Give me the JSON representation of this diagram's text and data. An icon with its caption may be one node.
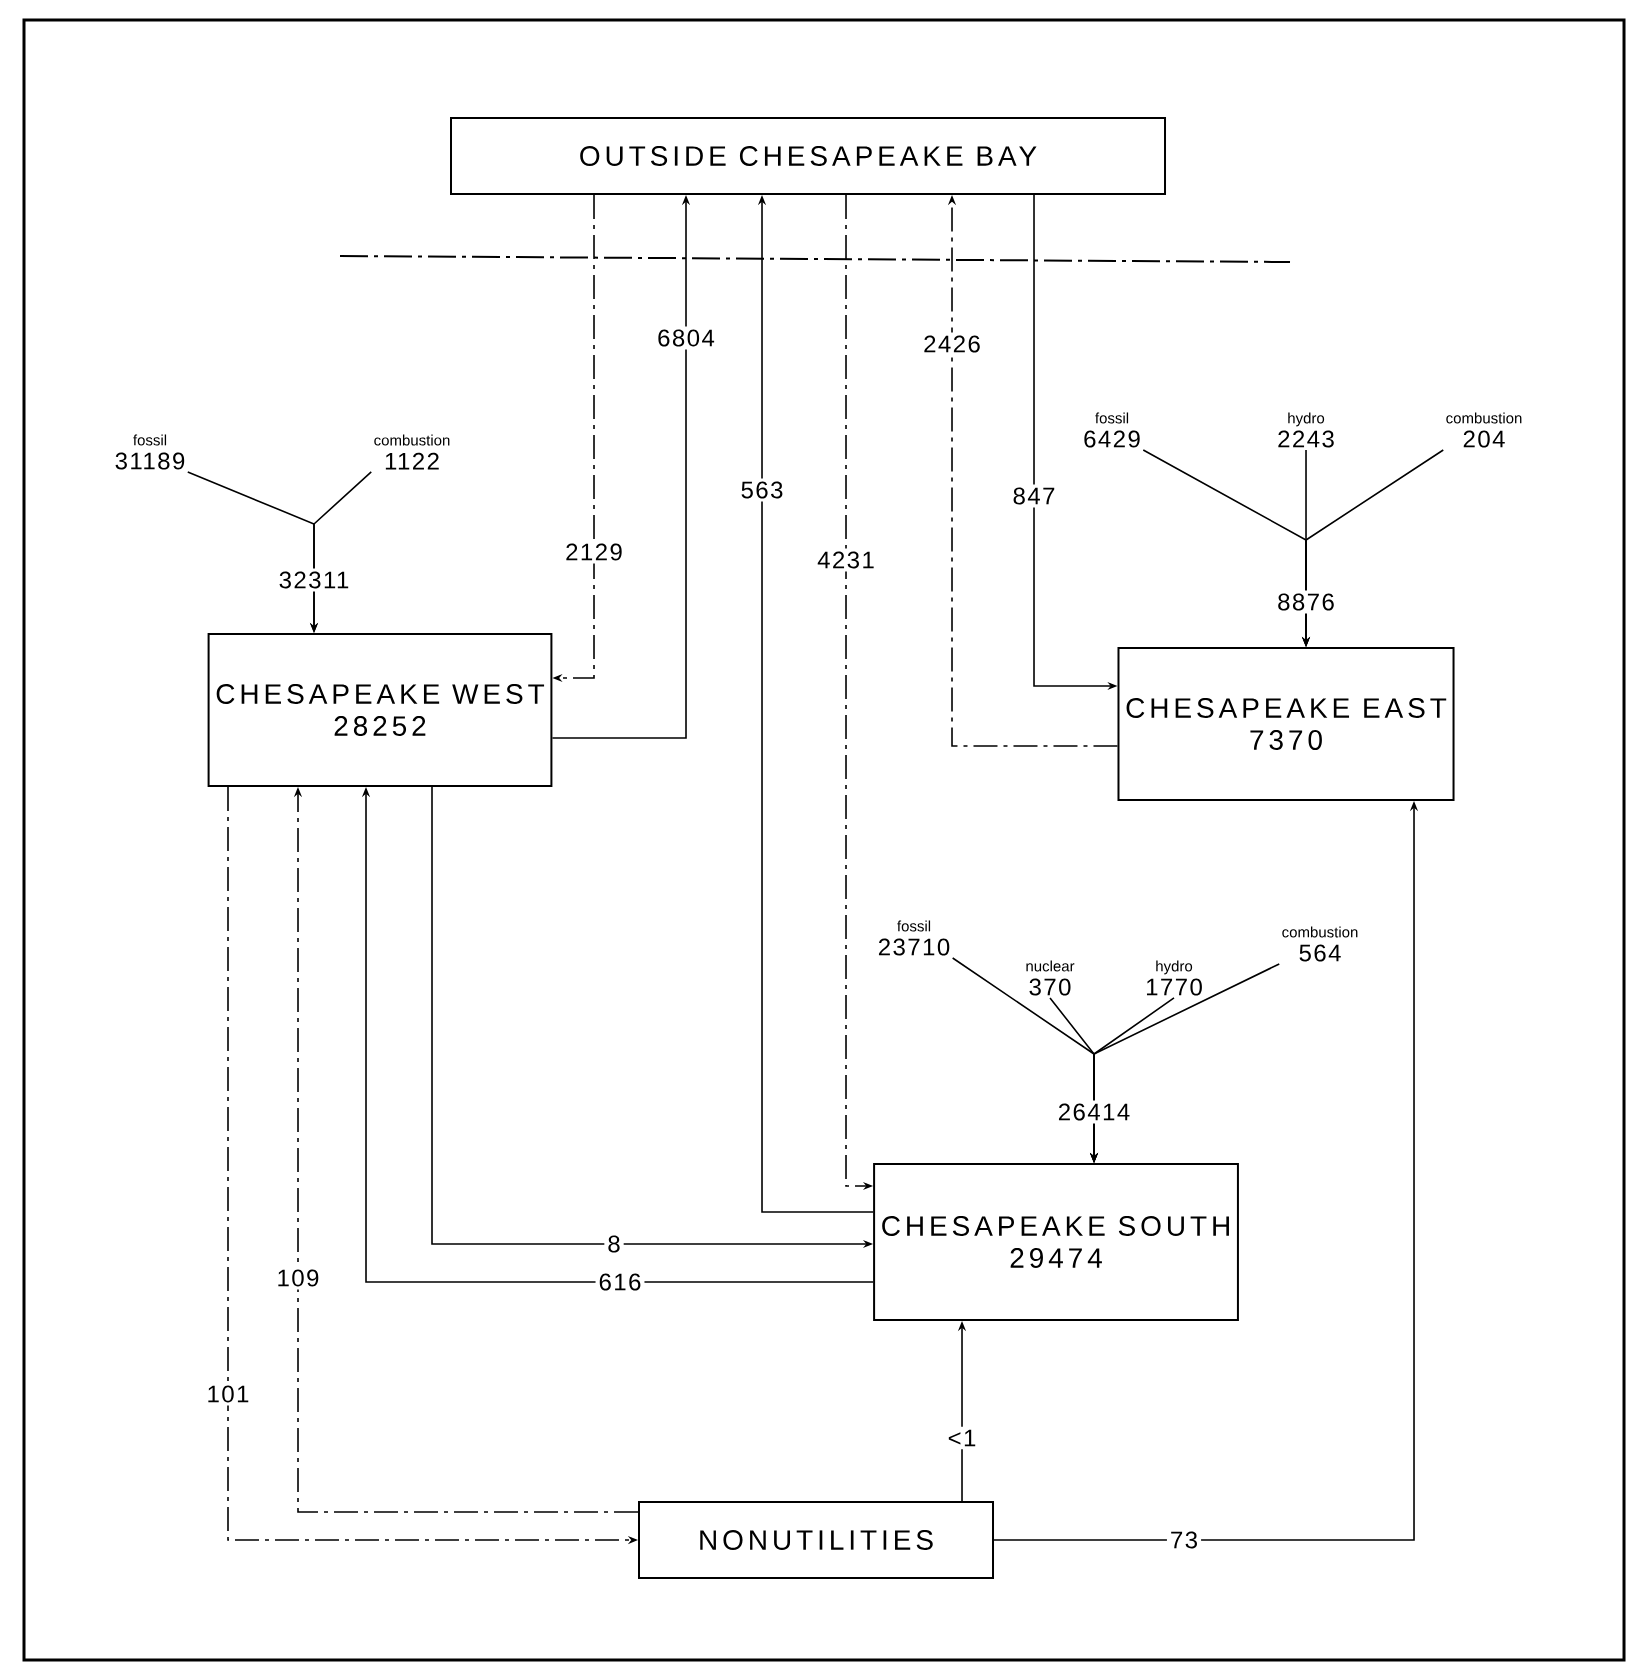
{
  "diagram": {
    "nodes": [
      {
        "text": [
          "OUTSIDE CHESAPEAKE BAY"
        ]
      },
      {
        "text": [
          "CHESAPEAKE WEST",
          "28252"
        ]
      },
      {
        "text": [
          "CHESAPEAKE EAST",
          "7370"
        ]
      },
      {
        "text": [
          "CHESAPEAKE SOUTH",
          "29474"
        ]
      },
      {
        "text": [
          "NONUTILITIES"
        ]
      },
      {
        "text": [
          "fossil",
          "31189"
        ]
      },
      {
        "text": [
          "combustion",
          "1122"
        ]
      },
      {
        "text": [
          "fossil",
          "6429"
        ]
      },
      {
        "text": [
          "hydro",
          "2243"
        ]
      },
      {
        "text": [
          "combustion",
          "204"
        ]
      },
      {
        "text": [
          "fossil",
          "23710"
        ]
      },
      {
        "text": [
          "nuclear",
          "370"
        ]
      },
      {
        "text": [
          "hydro",
          "1770"
        ]
      },
      {
        "text": [
          "combustion",
          "564"
        ]
      }
    ],
    "edges": [
      {
        "from": 0,
        "to": 1,
        "arrow": "to",
        "label": "2129",
        "style": "dashed"
      },
      {
        "from": 1,
        "to": 0,
        "arrow": "to",
        "label": "6804"
      },
      {
        "from": 3,
        "to": 0,
        "arrow": "to",
        "label": "563"
      },
      {
        "from": 0,
        "to": 3,
        "arrow": "to",
        "label": "4231",
        "style": "dashed"
      },
      {
        "from": 2,
        "to": 0,
        "arrow": "to",
        "label": "2426",
        "style": "dashed"
      },
      {
        "from": 0,
        "to": 2,
        "arrow": "to",
        "label": "847"
      },
      {
        "from": 1,
        "to": 4,
        "arrow": "to",
        "label": "101",
        "style": "dashed"
      },
      {
        "from": 4,
        "to": 1,
        "arrow": "to",
        "label": "109",
        "style": "dashed"
      },
      {
        "from": 3,
        "to": 1,
        "arrow": "to",
        "label": "616"
      },
      {
        "from": 1,
        "to": 3,
        "arrow": "to",
        "label": "8"
      },
      {
        "from": 4,
        "to": 3,
        "arrow": "to",
        "label": "<1"
      },
      {
        "from": 4,
        "to": 2,
        "arrow": "to",
        "label": "73"
      },
      {
        "from": 5,
        "to": 1,
        "arrow": "to"
      },
      {
        "from": 6,
        "to": 1,
        "arrow": "to"
      },
      {
        "from": 7,
        "to": 2,
        "arrow": "to"
      },
      {
        "from": 8,
        "to": 2,
        "arrow": "to"
      },
      {
        "from": 9,
        "to": 2,
        "arrow": "to"
      },
      {
        "from": 10,
        "to": 3,
        "arrow": "to"
      },
      {
        "from": 11,
        "to": 3,
        "arrow": "to"
      },
      {
        "from": 12,
        "to": 3,
        "arrow": "to"
      },
      {
        "from": 13,
        "to": 3,
        "arrow": "to"
      }
    ],
    "labels": [
      "32311",
      "8876",
      "26414"
    ]
  }
}
